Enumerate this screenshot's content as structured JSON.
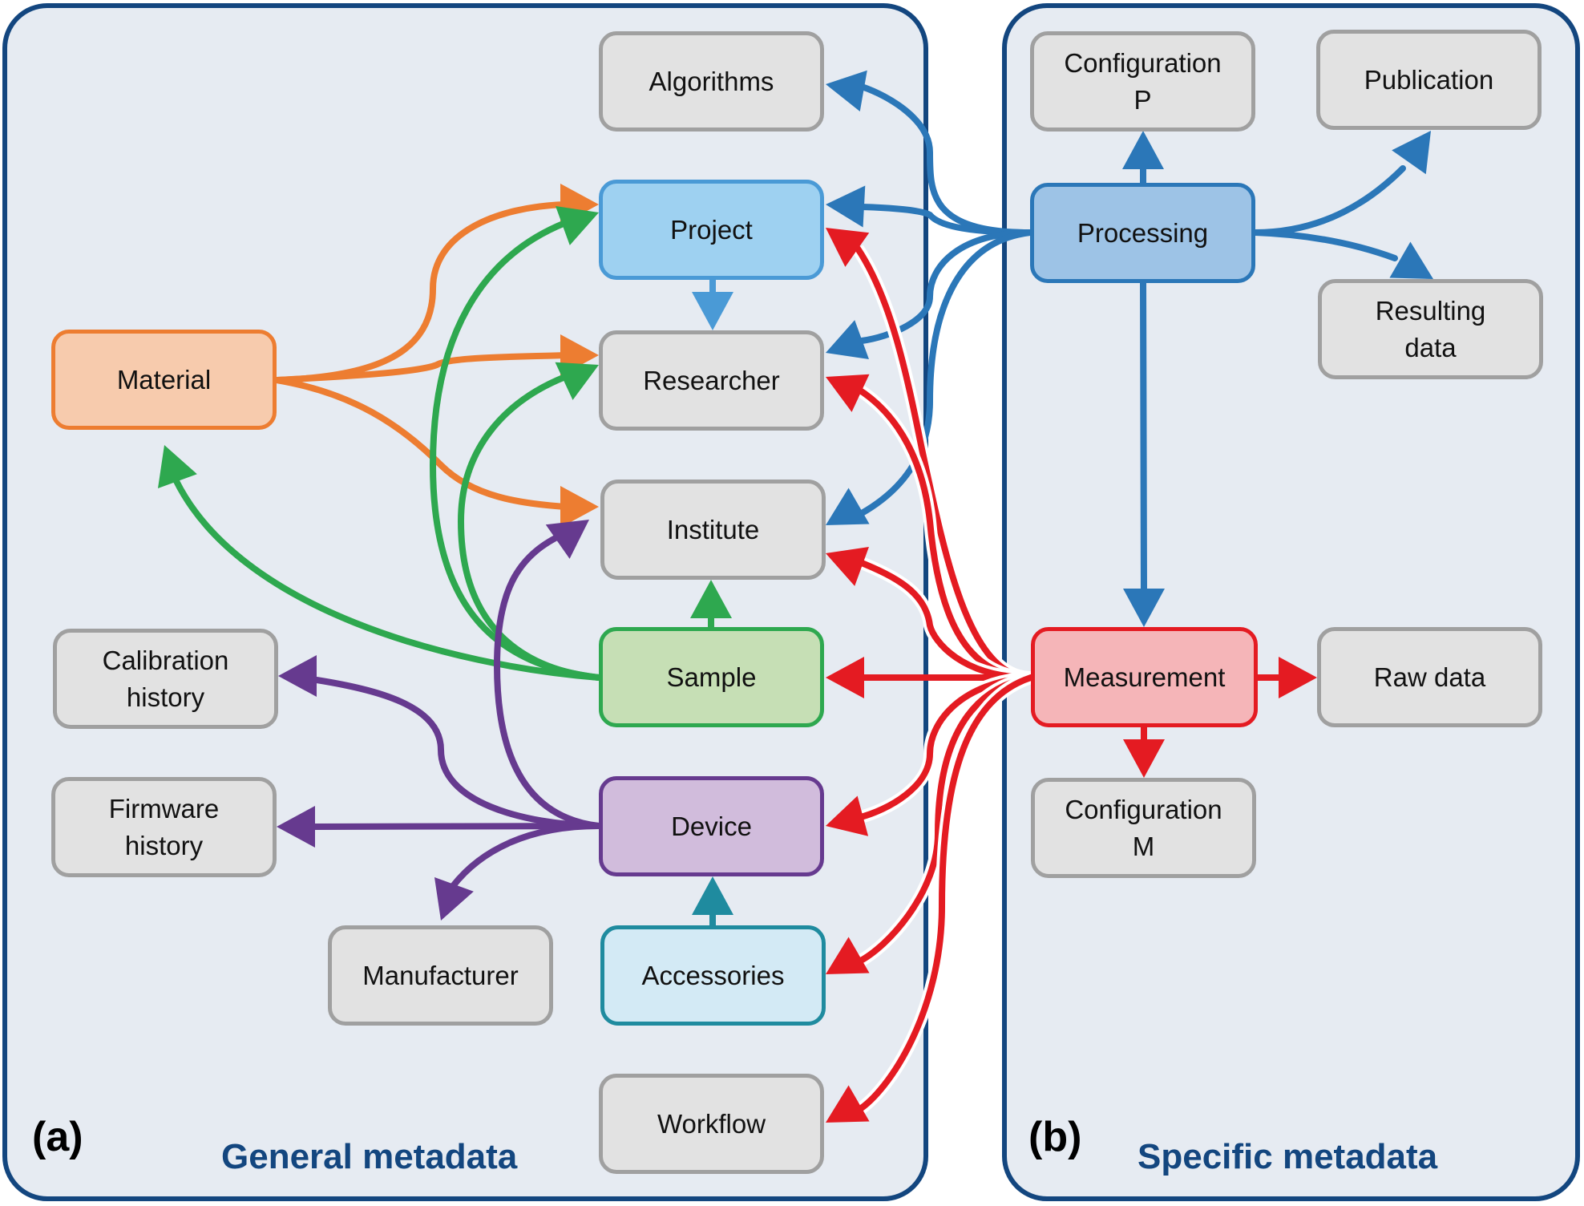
{
  "panels": {
    "a": {
      "letter": "(a)",
      "title": "General metadata"
    },
    "b": {
      "letter": "(b)",
      "title": "Specific metadata"
    }
  },
  "colors": {
    "panel_border": "#13467f",
    "panel_fill": "#e6ebf2",
    "orange": "#ed7d31",
    "green": "#2ea84f",
    "blue": "#2b77b8",
    "light_blue": "#4a9ad6",
    "red": "#e41b22",
    "purple": "#663a8f",
    "teal": "#1f8b9f"
  },
  "nodes": {
    "algorithms": {
      "label": "Algorithms",
      "fill": "#e2e2e2",
      "stroke": "#a0a0a0"
    },
    "project": {
      "label": "Project",
      "fill": "#9ed1f1",
      "stroke": "#4a9ad6"
    },
    "researcher": {
      "label": "Researcher",
      "fill": "#e2e2e2",
      "stroke": "#a0a0a0"
    },
    "institute": {
      "label": "Institute",
      "fill": "#e2e2e2",
      "stroke": "#a0a0a0"
    },
    "sample": {
      "label": "Sample",
      "fill": "#c6dfb5",
      "stroke": "#2ea84f"
    },
    "device": {
      "label": "Device",
      "fill": "#d1bcdc",
      "stroke": "#663a8f"
    },
    "accessories": {
      "label": "Accessories",
      "fill": "#d3eaf5",
      "stroke": "#1f8b9f"
    },
    "workflow": {
      "label": "Workflow",
      "fill": "#e2e2e2",
      "stroke": "#a0a0a0"
    },
    "material": {
      "label": "Material",
      "fill": "#f7cbad",
      "stroke": "#ed7d31"
    },
    "calibration_history": {
      "label": "Calibration\nhistory",
      "fill": "#e2e2e2",
      "stroke": "#a0a0a0"
    },
    "firmware_history": {
      "label": "Firmware\nhistory",
      "fill": "#e2e2e2",
      "stroke": "#a0a0a0"
    },
    "manufacturer": {
      "label": "Manufacturer",
      "fill": "#e2e2e2",
      "stroke": "#a0a0a0"
    },
    "configuration_p": {
      "label": "Configuration\nP",
      "fill": "#e2e2e2",
      "stroke": "#a0a0a0"
    },
    "publication": {
      "label": "Publication",
      "fill": "#e2e2e2",
      "stroke": "#a0a0a0"
    },
    "processing": {
      "label": "Processing",
      "fill": "#9dc3e6",
      "stroke": "#2b77b8"
    },
    "resulting_data": {
      "label": "Resulting\ndata",
      "fill": "#e2e2e2",
      "stroke": "#a0a0a0"
    },
    "measurement": {
      "label": "Measurement",
      "fill": "#f5b5b8",
      "stroke": "#e41b22"
    },
    "raw_data": {
      "label": "Raw data",
      "fill": "#e2e2e2",
      "stroke": "#a0a0a0"
    },
    "configuration_m": {
      "label": "Configuration\nM",
      "fill": "#e2e2e2",
      "stroke": "#a0a0a0"
    }
  },
  "edges": [
    {
      "from": "material",
      "to": "project",
      "color": "orange"
    },
    {
      "from": "material",
      "to": "researcher",
      "color": "orange"
    },
    {
      "from": "material",
      "to": "institute",
      "color": "orange"
    },
    {
      "from": "sample",
      "to": "project",
      "color": "green"
    },
    {
      "from": "sample",
      "to": "researcher",
      "color": "green"
    },
    {
      "from": "sample",
      "to": "material",
      "color": "green"
    },
    {
      "from": "sample",
      "to": "institute",
      "color": "green"
    },
    {
      "from": "project",
      "to": "researcher",
      "color": "light_blue"
    },
    {
      "from": "device",
      "to": "institute",
      "color": "purple"
    },
    {
      "from": "device",
      "to": "calibration_history",
      "color": "purple"
    },
    {
      "from": "device",
      "to": "firmware_history",
      "color": "purple"
    },
    {
      "from": "device",
      "to": "manufacturer",
      "color": "purple"
    },
    {
      "from": "accessories",
      "to": "device",
      "color": "teal"
    },
    {
      "from": "processing",
      "to": "algorithms",
      "color": "blue"
    },
    {
      "from": "processing",
      "to": "project",
      "color": "blue"
    },
    {
      "from": "processing",
      "to": "researcher",
      "color": "blue"
    },
    {
      "from": "processing",
      "to": "institute",
      "color": "blue"
    },
    {
      "from": "processing",
      "to": "configuration_p",
      "color": "blue"
    },
    {
      "from": "processing",
      "to": "publication",
      "color": "blue"
    },
    {
      "from": "processing",
      "to": "resulting_data",
      "color": "blue"
    },
    {
      "from": "processing",
      "to": "measurement",
      "color": "blue"
    },
    {
      "from": "measurement",
      "to": "project",
      "color": "red"
    },
    {
      "from": "measurement",
      "to": "researcher",
      "color": "red"
    },
    {
      "from": "measurement",
      "to": "institute",
      "color": "red"
    },
    {
      "from": "measurement",
      "to": "sample",
      "color": "red"
    },
    {
      "from": "measurement",
      "to": "device",
      "color": "red"
    },
    {
      "from": "measurement",
      "to": "accessories",
      "color": "red"
    },
    {
      "from": "measurement",
      "to": "workflow",
      "color": "red"
    },
    {
      "from": "measurement",
      "to": "raw_data",
      "color": "red"
    },
    {
      "from": "measurement",
      "to": "configuration_m",
      "color": "red"
    }
  ]
}
